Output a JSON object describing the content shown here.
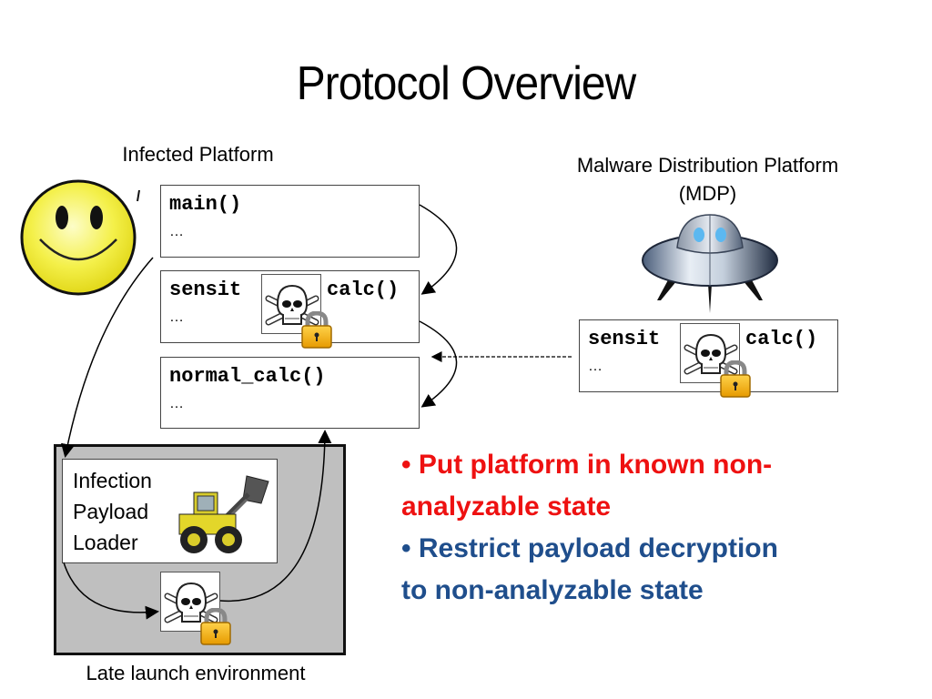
{
  "slide": {
    "title": "Protocol Overview"
  },
  "infected_platform": {
    "label": "Infected Platform",
    "icon": "smiley-face-icon",
    "functions": [
      {
        "name": "main()",
        "body": "…",
        "encrypted": false
      },
      {
        "name": "sensitive_calc()",
        "visible_prefix": "sensit",
        "visible_suffix": "calc()",
        "body": "…",
        "encrypted": true
      },
      {
        "name": "normal_calc()",
        "body": "…",
        "encrypted": false
      }
    ]
  },
  "mdp": {
    "label_line1": "Malware Distribution Platform",
    "label_line2": "(MDP)",
    "icon": "ufo-icon",
    "function": {
      "visible_prefix": "sensit",
      "visible_suffix": "calc()",
      "body": "…",
      "encrypted": true
    }
  },
  "late_launch": {
    "label": "Late launch environment",
    "loader_lines": [
      "Infection",
      "Payload",
      "Loader"
    ],
    "loader_icon": "wheel-loader-icon",
    "payload_icon": "skull-lock-icon"
  },
  "bullets": [
    {
      "marker": "•",
      "text": "Put platform in known non-analyzable state",
      "line1": "Put platform in known non-",
      "line2": "analyzable state",
      "color": "#ee1111"
    },
    {
      "marker": "•",
      "text": "Restrict payload decryption to non-analyzable state",
      "line1": "Restrict payload decryption",
      "line2": "to non-analyzable state",
      "color": "#1f4e8c"
    }
  ]
}
